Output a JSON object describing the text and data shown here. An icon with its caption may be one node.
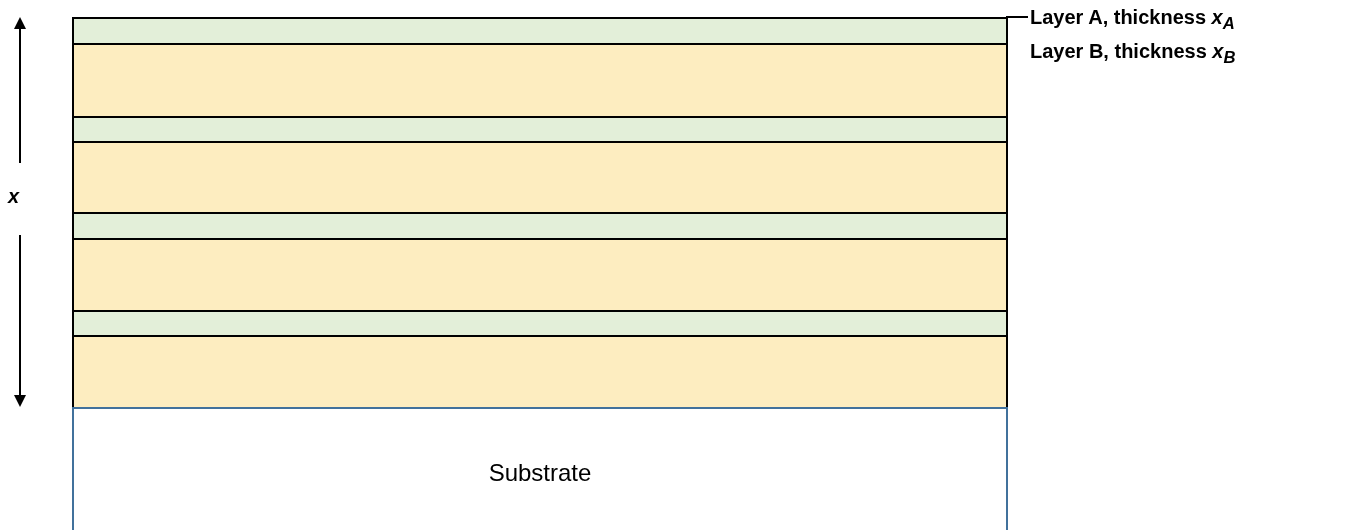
{
  "diagram": {
    "nodes": [
      {
        "text": [],
        "shape": "box"
      },
      {
        "text": [],
        "shape": "box"
      },
      {
        "text": [],
        "shape": "box"
      },
      {
        "text": [],
        "shape": "box"
      },
      {
        "text": [],
        "shape": "box"
      },
      {
        "text": [],
        "shape": "box"
      },
      {
        "text": [],
        "shape": "box"
      },
      {
        "text": [],
        "shape": "box"
      },
      {
        "text": [
          "Substrate"
        ]
      }
    ],
    "edges": [],
    "labels": [
      "Layer A, thickness *x*$_{A}$",
      "Layer B, thickness *x*$_{B}$",
      "x"
    ]
  }
}
